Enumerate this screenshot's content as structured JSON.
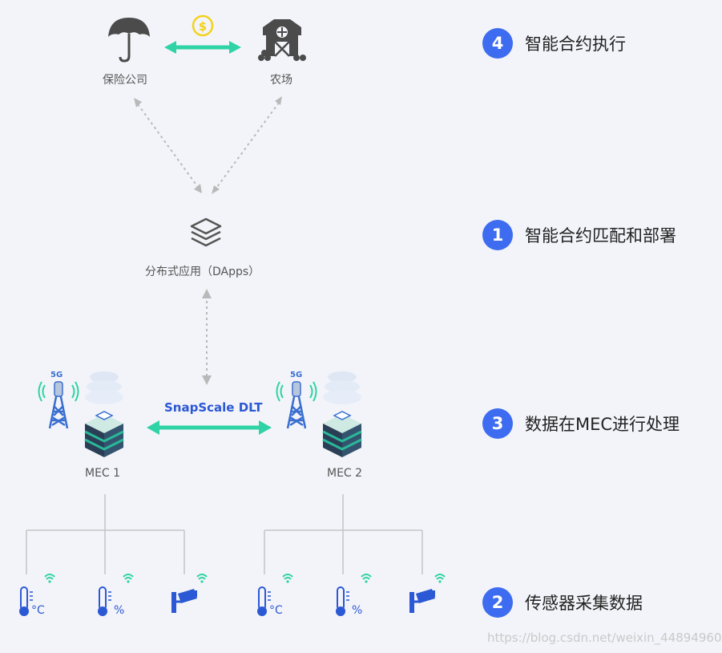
{
  "top": {
    "insurer_label": "保险公司",
    "farm_label": "农场",
    "payment_icon": "dollar-coin-icon"
  },
  "dapps": {
    "label": "分布式应用（DApps）",
    "icon": "layers-stack-icon"
  },
  "mec": {
    "node1_label": "MEC 1",
    "node2_label": "MEC 2",
    "dlt_label": "SnapScale DLT",
    "tower_badge": "5G"
  },
  "sensors": {
    "celsius_unit": "°C",
    "percent_unit": "%"
  },
  "steps": [
    {
      "number": "4",
      "text": "智能合约执行"
    },
    {
      "number": "1",
      "text": "智能合约匹配和部署"
    },
    {
      "number": "3",
      "text": "数据在MEC进行处理"
    },
    {
      "number": "2",
      "text": "传感器采集数据"
    }
  ],
  "watermark": "https://blog.csdn.net/weixin_44894960",
  "colors": {
    "accent": "#3d6cf0",
    "arrow_green": "#2fd3a5",
    "dotted_gray": "#b9b9b9",
    "tree_line": "#c5c5c5",
    "coin": "#f2d21e",
    "server_teal": "#2ab89a",
    "wifi": "#2fd3a5"
  }
}
